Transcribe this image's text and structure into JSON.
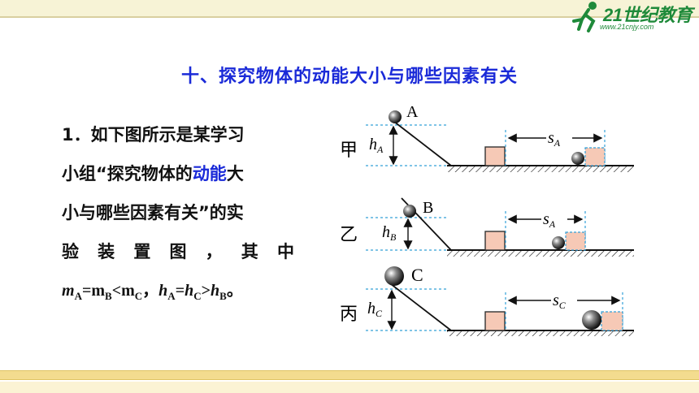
{
  "logo": {
    "brand": "21世纪教育",
    "url": "www.21cnjy.com",
    "colors": {
      "brand_green": "#1f8a3a"
    }
  },
  "title": "十、探究物体的动能大小与哪些因素有关",
  "question": {
    "line1": "1．如下图所示是某学习",
    "line2_pre": "小组“探究物体的",
    "line2_hl": "动能",
    "line2_post": "大",
    "line3": "小与哪些因素有关”的实",
    "line4_chars": [
      "验",
      "装",
      "置",
      "图",
      "，",
      "其",
      "中"
    ],
    "formula": {
      "m": "m",
      "A": "A",
      "eq": "=",
      "B": "B",
      "lt": "<",
      "C": "C",
      "comma": "，",
      "h": "h",
      "gt": ">",
      "end": "。"
    }
  },
  "diagram": {
    "rows": [
      {
        "label": "甲",
        "ball": "A",
        "h": "h",
        "h_sub": "A",
        "s": "s",
        "s_sub": "A"
      },
      {
        "label": "乙",
        "ball": "B",
        "h": "h",
        "h_sub": "B",
        "s": "s",
        "s_sub": "A"
      },
      {
        "label": "丙",
        "ball": "C",
        "h": "h",
        "h_sub": "C",
        "s": "s",
        "s_sub": "C"
      }
    ],
    "colors": {
      "block_fill": "#f6c9b6",
      "block_stroke": "#333333",
      "dashed": "#33a0d8",
      "ground": "#111111",
      "highlight": "#1a2ad8"
    }
  }
}
